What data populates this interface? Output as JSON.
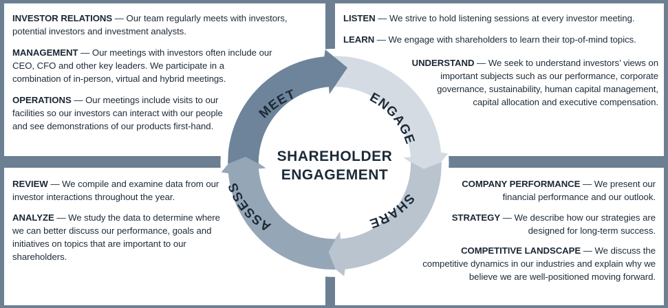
{
  "center_label": {
    "line1": "SHAREHOLDER",
    "line2": "ENGAGEMENT"
  },
  "stages": [
    {
      "label": "MEET",
      "color": "#6d849b"
    },
    {
      "label": "ENGAGE",
      "color": "#d5dbe2"
    },
    {
      "label": "SHARE",
      "color": "#b9c4cf"
    },
    {
      "label": "ASSESS",
      "color": "#95a6b7"
    }
  ],
  "panels": {
    "meet": [
      {
        "title": "INVESTOR RELATIONS",
        "text": "Our team regularly meets with investors, potential investors and investment analysts."
      },
      {
        "title": "MANAGEMENT",
        "text": "Our meetings with investors often include our CEO, CFO and other key leaders.  We participate in a combination of in-person, virtual and hybrid meetings."
      },
      {
        "title": "OPERATIONS",
        "text": "Our meetings include visits to our facilities so our investors can interact with our people and see demonstrations of our products first-hand."
      }
    ],
    "engage": [
      {
        "title": "LISTEN",
        "text": "We strive to hold listening sessions at every investor meeting."
      },
      {
        "title": "LEARN",
        "text": "We engage with shareholders to learn their top-of-mind topics."
      },
      {
        "title": "UNDERSTAND",
        "text": "We seek to understand investors’ views on important subjects such as our performance, corporate governance, sustainability, human capital management, capital allocation and executive compensation."
      }
    ],
    "assess": [
      {
        "title": "REVIEW",
        "text": "We compile and examine data from our investor interactions throughout the year."
      },
      {
        "title": "ANALYZE",
        "text": "We study the data to determine where we can better discuss our performance, goals and initiatives on topics that are important to our shareholders."
      }
    ],
    "share": [
      {
        "title": "COMPANY PERFORMANCE",
        "text": "We present our financial performance and our outlook."
      },
      {
        "title": "STRATEGY",
        "text": "We describe how our strategies are designed for long-term success."
      },
      {
        "title": "COMPETITIVE LANDSCAPE",
        "text": "We discuss the competitive dynamics in our industries and explain why we believe we are well-positioned moving forward."
      }
    ]
  }
}
